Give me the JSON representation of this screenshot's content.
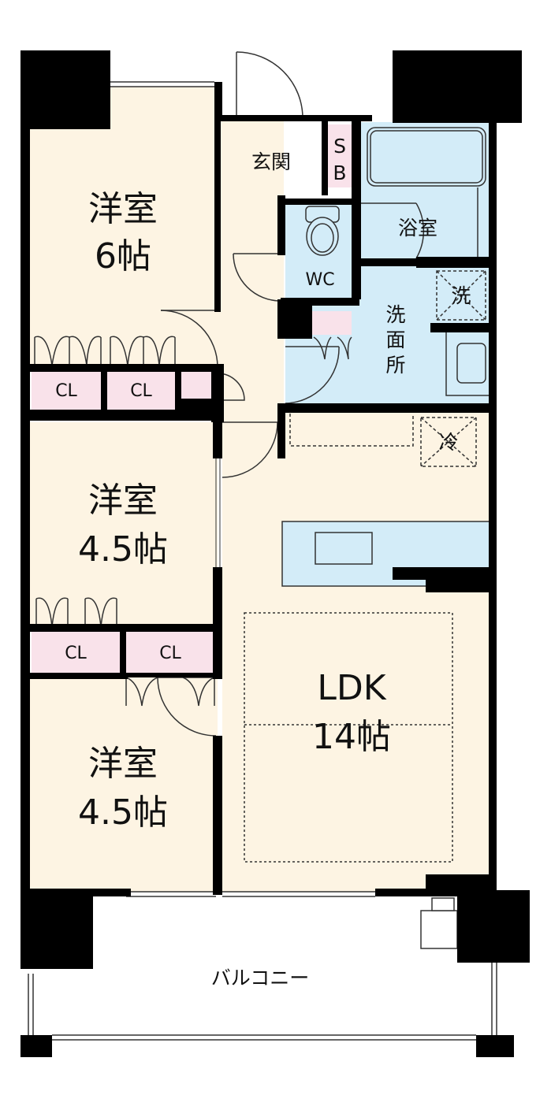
{
  "rooms": {
    "western_6": {
      "name": "洋室",
      "size": "6帖"
    },
    "western_45a": {
      "name": "洋室",
      "size": "4.5帖"
    },
    "western_45b": {
      "name": "洋室",
      "size": "4.5帖"
    },
    "ldk": {
      "name": "LDK",
      "size": "14帖"
    },
    "entrance": "玄関",
    "shoe_box_s": "S",
    "shoe_box_b": "B",
    "bath": "浴室",
    "wc": "WC",
    "washroom": [
      "洗",
      "面",
      "所"
    ],
    "washer": "洗",
    "fridge": "冷",
    "closets": [
      "CL",
      "CL",
      "CL",
      "CL"
    ],
    "balcony": "バルコニー"
  },
  "colors": {
    "room_floor": "#fdf4e3",
    "wet_area": "#d3ecf8",
    "closet": "#f9e2ea",
    "wall": "#000000"
  }
}
